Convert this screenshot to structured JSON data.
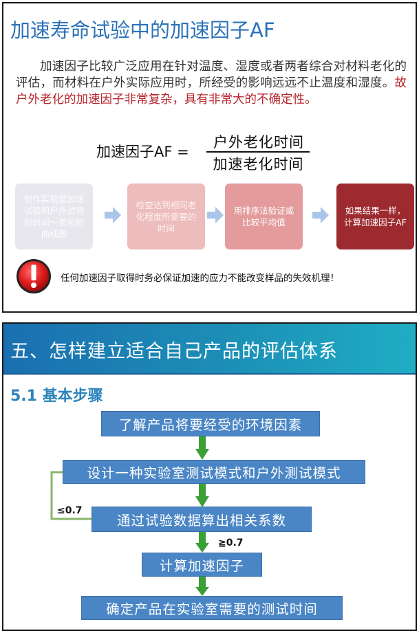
{
  "panel1": {
    "title": "加速寿命试验中的加速因子AF",
    "para_normal": "加速因子比较广泛应用在针对温度、湿度或者两者综合对材料老化的评估，而材料在户外实际应用时，所经受的影响远远不止温度和湿度。",
    "para_red": "故户外老化的加速因子非常复杂，具有非常大的不确定性。",
    "formula": {
      "label": "加速因子AF =",
      "numerator": "户外老化时间",
      "denominator": "加速老化时间"
    },
    "process_steps": [
      "制作实验室加速试验和户外试验的时间～老化的曲线图",
      "检查达到相同老化程度所需要的时间",
      "用排序法验证或比较平均值",
      "如果结果一样，计算加速因子AF"
    ],
    "warning": "任何加速因子取得时务必保证加速的应力不能改变样品的失效机理！",
    "colors": {
      "title": "#2b72b8",
      "red_text": "#b8262e",
      "step1": "#e9e7ee",
      "step2": "#edbcbc",
      "step3": "#e39b9c",
      "step4": "#9c2a2f",
      "arrow": "#a9c6e8"
    }
  },
  "panel2": {
    "title": "五、怎样建立适合自己产品的评估体系",
    "subtitle": "5.1 基本步骤",
    "steps": [
      "了解产品将要经受的环境因素",
      "设计一种实验室测试模式和户外测试模式",
      "通过试验数据算出相关系数",
      "计算加速因子",
      "确定产品在实验室需要的测试时间"
    ],
    "condition_loop": "≤0.7",
    "condition_forward": "≧0.7",
    "colors": {
      "box": "#4a86c5",
      "arrow": "#3aa035",
      "loop_line": "#8bb56a"
    }
  }
}
